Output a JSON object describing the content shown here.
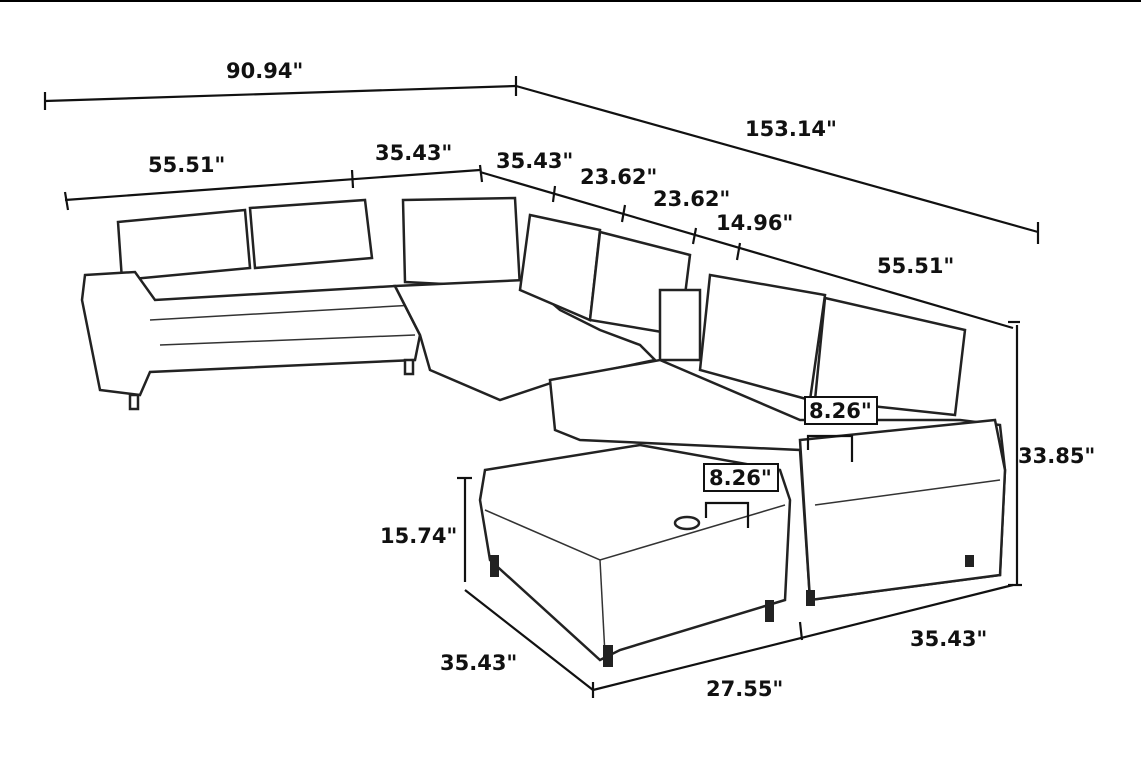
{
  "dimensions": {
    "overall_back_width": "90.94\"",
    "overall_side_length": "153.14\"",
    "left_section_width": "55.51\"",
    "corner_width": "35.43\"",
    "side_seat_1": "35.43\"",
    "side_seat_2": "23.62\"",
    "side_seat_3": "23.62\"",
    "console_width": "14.96\"",
    "right_section_width": "55.51\"",
    "armrest_width_right": "8.26\"",
    "armrest_width_chaise": "8.26\"",
    "overall_height": "33.85\"",
    "seat_height": "15.74\"",
    "chaise_depth": "35.43\"",
    "chaise_width": "27.55\"",
    "right_depth": "35.43\""
  }
}
